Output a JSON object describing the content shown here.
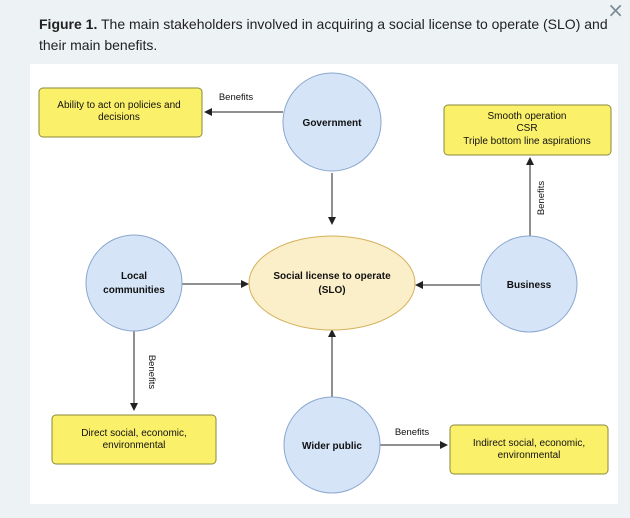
{
  "caption": {
    "label": "Figure 1.",
    "text": " The main stakeholders involved in acquiring a social license to operate (SLO) and their main benefits."
  },
  "close_icon": "×",
  "colors": {
    "circle_fill": "#d6e4f8",
    "circle_stroke": "#8aa7cf",
    "center_fill": "#fbefc9",
    "center_stroke": "#d4b15c",
    "box_fill": "#fbf06a",
    "box_stroke": "#8a8a3a"
  },
  "nodes": {
    "government": "Government",
    "slo": [
      "Social license to operate",
      "(SLO)"
    ],
    "local": [
      "Local",
      "communities"
    ],
    "business": "Business",
    "wider": "Wider public"
  },
  "boxes": {
    "government_benefit": [
      "Ability to act on policies and",
      "decisions"
    ],
    "business_benefit": [
      "Smooth operation",
      "CSR",
      "Triple bottom line aspirations"
    ],
    "local_benefit": [
      "Direct social, economic,",
      "environmental"
    ],
    "wider_benefit": [
      "Indirect social, economic,",
      "environmental"
    ]
  },
  "edge_labels": {
    "government": "Benefits",
    "business": "Benefits",
    "local": "Benefits",
    "wider": "Benefits"
  }
}
